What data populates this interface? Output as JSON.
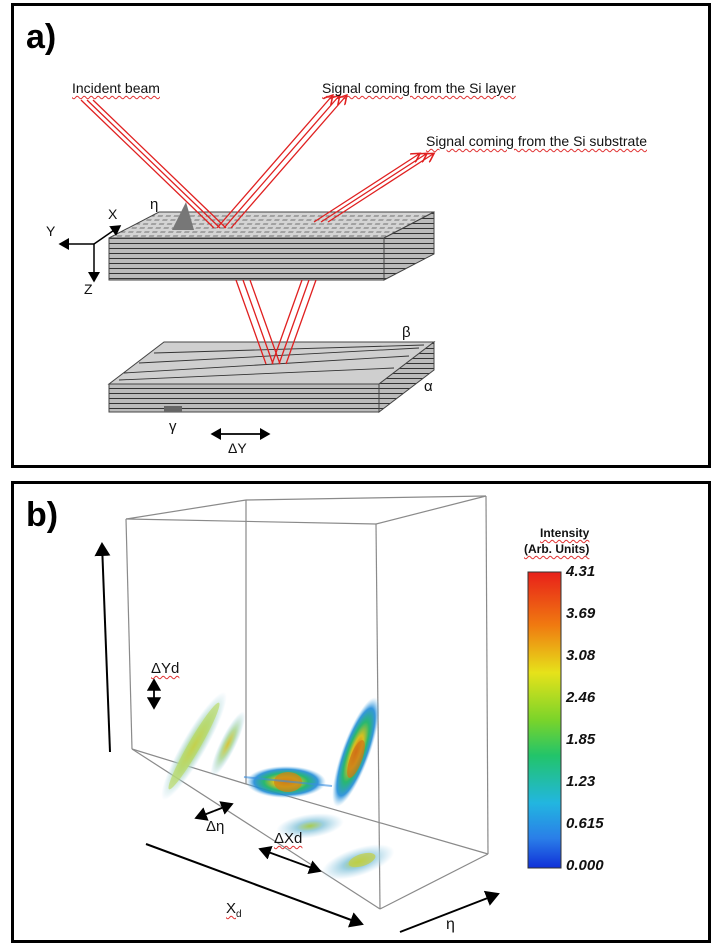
{
  "panel_a": {
    "label": "a)",
    "incident_beam": "Incident beam",
    "signal_layer": "Signal coming from the Si layer",
    "signal_substrate": "Signal coming from the Si substrate",
    "eta": "η",
    "axis_x": "X",
    "axis_y": "Y",
    "axis_z": "Z",
    "beta": "β",
    "alpha": "α",
    "gamma": "γ",
    "delta_y": "ΔY"
  },
  "panel_b": {
    "label": "b)",
    "delta_yd": "ΔYd",
    "delta_eta": "Δη",
    "delta_xd": "ΔXd",
    "x_axis": "X",
    "x_axis_sub": "d",
    "eta_axis": "η",
    "colorbar_title_1": "Intensity",
    "colorbar_title_2": "(Arb. Units)",
    "colorbar_ticks": [
      "4.31",
      "3.69",
      "3.08",
      "2.46",
      "1.85",
      "1.23",
      "0.615",
      "0.000"
    ]
  },
  "colors": {
    "beam": "#e02020",
    "border": "#000000",
    "slab_fill": "#c8c8c8"
  }
}
